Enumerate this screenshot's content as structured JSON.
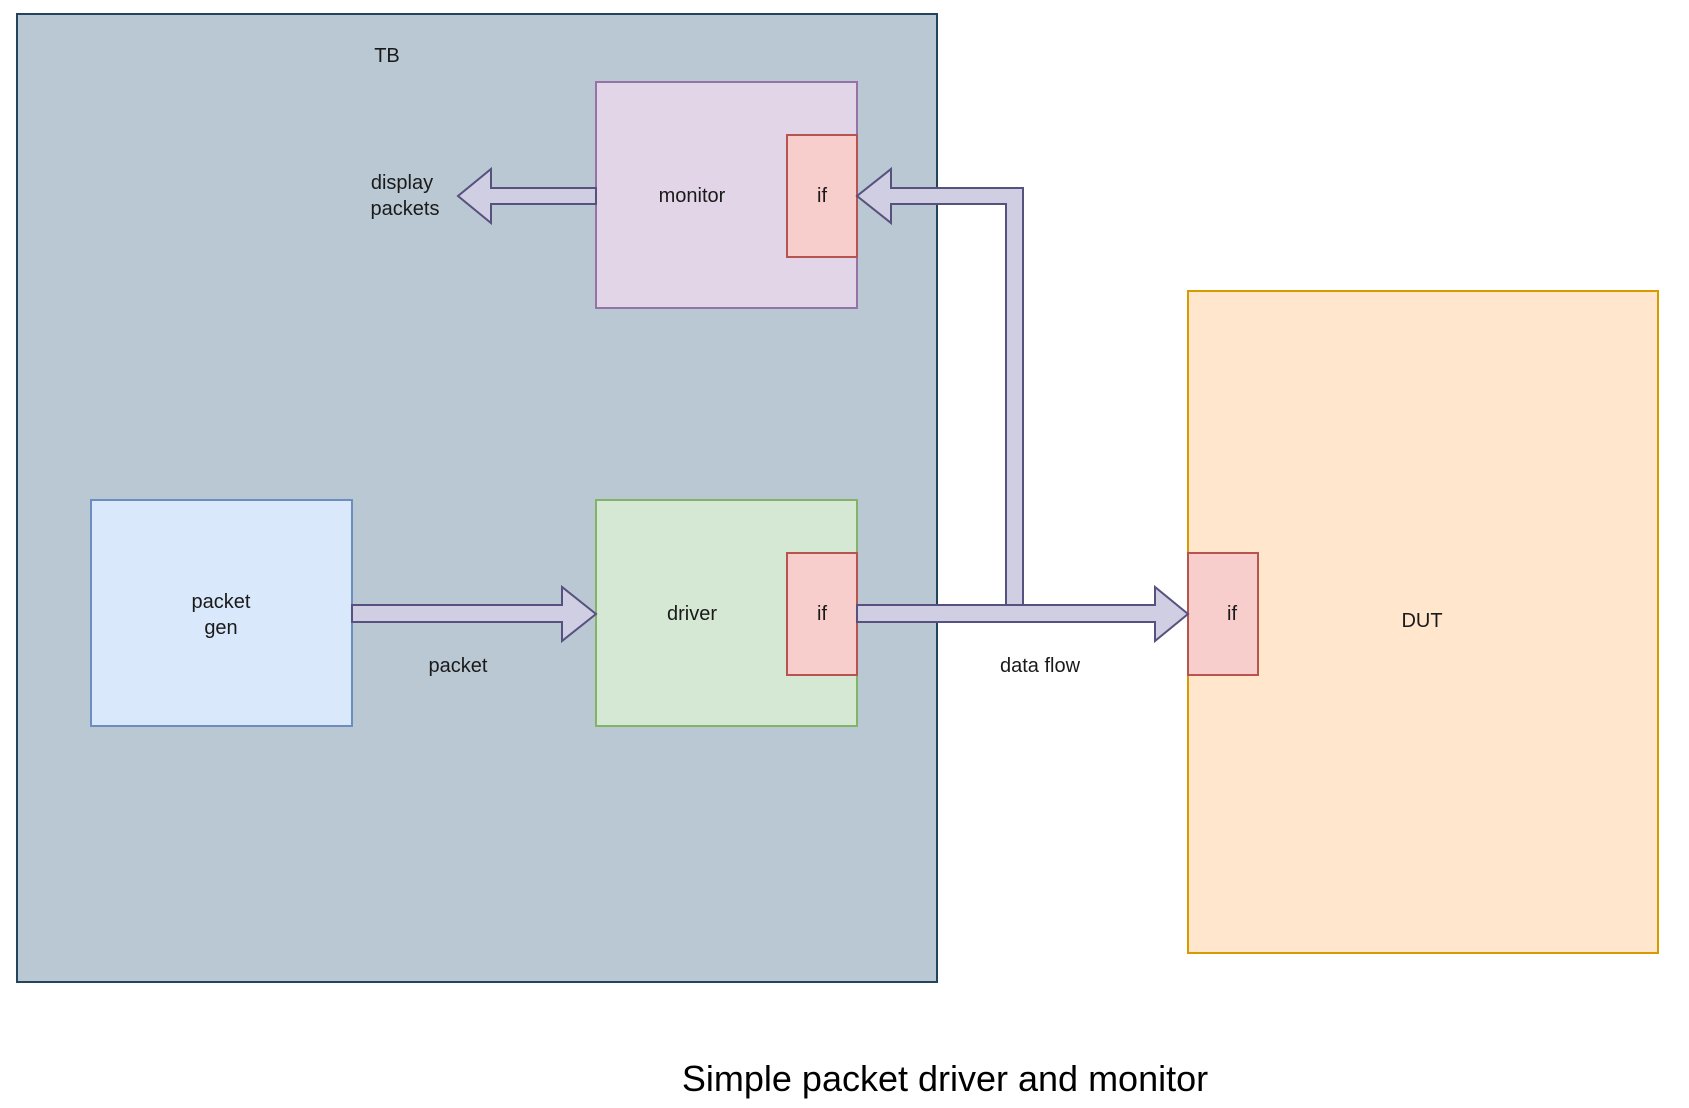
{
  "diagram": {
    "tb": {
      "label": "TB"
    },
    "monitor": {
      "label": "monitor",
      "if_label": "if"
    },
    "driver": {
      "label": "driver",
      "if_label": "if"
    },
    "packet_gen": {
      "line1": "packet",
      "line2": "gen"
    },
    "dut": {
      "label": "DUT",
      "if_label": "if"
    },
    "display_packets": {
      "line1": "display",
      "line2": "packets"
    },
    "packet_label": "packet",
    "data_flow_label": "data flow",
    "caption": "Simple packet driver and monitor"
  },
  "colors": {
    "tb_fill": "#bac8d3",
    "tb_stroke": "#23445d",
    "monitor_fill": "#e1d5e7",
    "monitor_stroke": "#9673a6",
    "driver_fill": "#d5e8d4",
    "driver_stroke": "#82b366",
    "gen_fill": "#dae8fc",
    "gen_stroke": "#6c8ebf",
    "dut_fill": "#ffe6cc",
    "dut_stroke": "#d79b00",
    "if_fill": "#f8cecc",
    "if_stroke": "#b85450",
    "arrow_fill": "#d0cee2",
    "arrow_stroke": "#56517e"
  }
}
